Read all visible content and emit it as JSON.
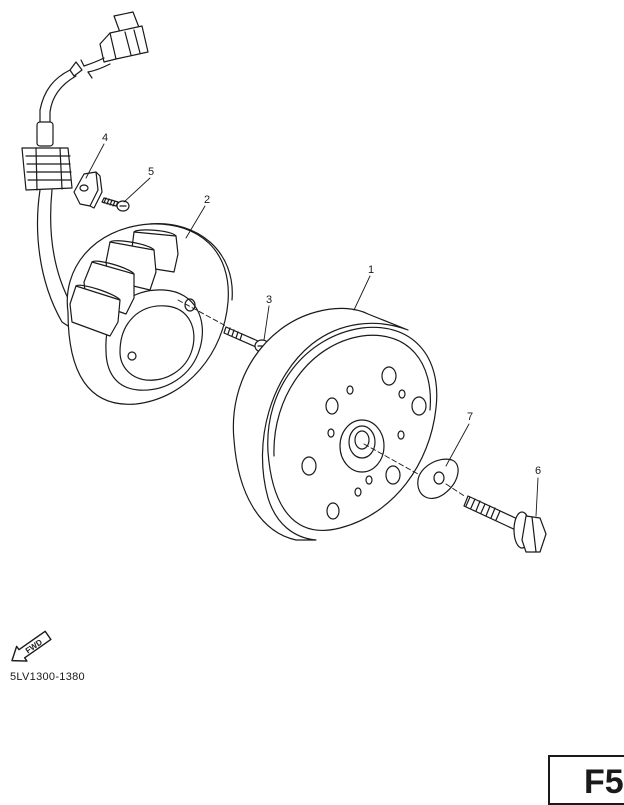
{
  "callouts": {
    "c1": "1",
    "c2": "2",
    "c3": "3",
    "c4": "4",
    "c5": "5",
    "c6": "6",
    "c7": "7"
  },
  "fwd_label": "FWD",
  "part_code": "5LV1300-1380",
  "page_tab": "F5"
}
